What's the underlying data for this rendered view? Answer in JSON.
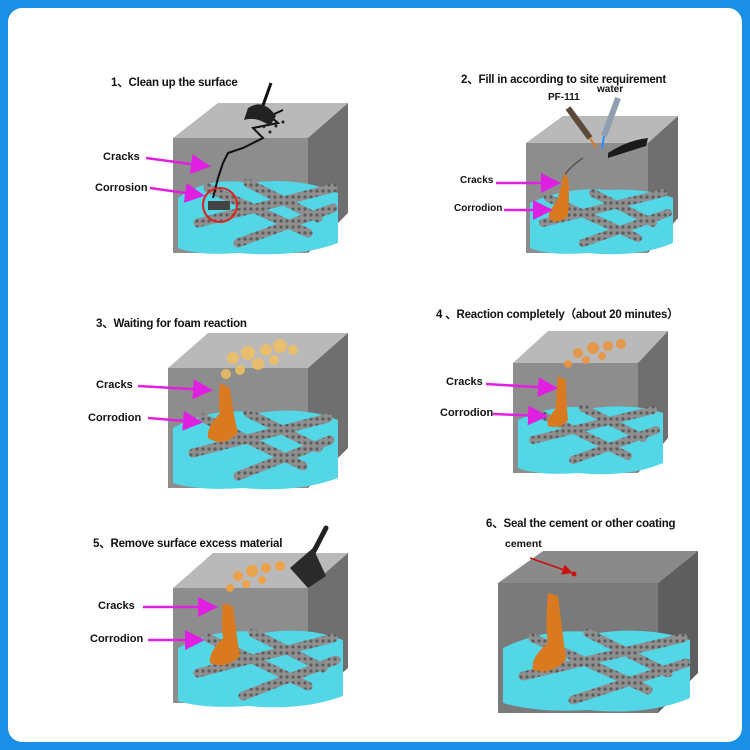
{
  "steps": [
    {
      "title": "1、Clean up the surface",
      "labels": {
        "cracks": "Cracks",
        "corrosion": "Corrosion"
      }
    },
    {
      "title": "2、Fill in according to site requirement",
      "labels": {
        "cracks": "Cracks",
        "corrosion": "Corrodion",
        "pf": "PF-111",
        "water": "water"
      }
    },
    {
      "title": "3、Waiting for foam reaction",
      "labels": {
        "cracks": "Cracks",
        "corrosion": "Corrodion"
      }
    },
    {
      "title": "4 、Reaction completely（about 20 minutes）",
      "labels": {
        "cracks": "Cracks",
        "corrosion": "Corrodion"
      }
    },
    {
      "title": "5、Remove surface excess material",
      "labels": {
        "cracks": "Cracks",
        "corrosion": "Corrodion"
      }
    },
    {
      "title": "6、Seal the cement or other coating",
      "labels": {
        "cement": "cement"
      }
    }
  ],
  "colors": {
    "frame": "#1a8fe6",
    "concrete_top": "#b9b9b9",
    "concrete_front": "#8d8d8d",
    "concrete_side": "#6f6f6f",
    "water": "#53d6e6",
    "rebar": "#8a8a8a",
    "arrow": "#e020e0",
    "resin": "#d97a20",
    "foam": "#f0c060",
    "highlight_circle": "#e02020",
    "cement_pointer": "#cc1010"
  },
  "icons": [
    "broom-icon",
    "pf-nozzle-icon",
    "water-nozzle-icon",
    "trowel-icon"
  ]
}
